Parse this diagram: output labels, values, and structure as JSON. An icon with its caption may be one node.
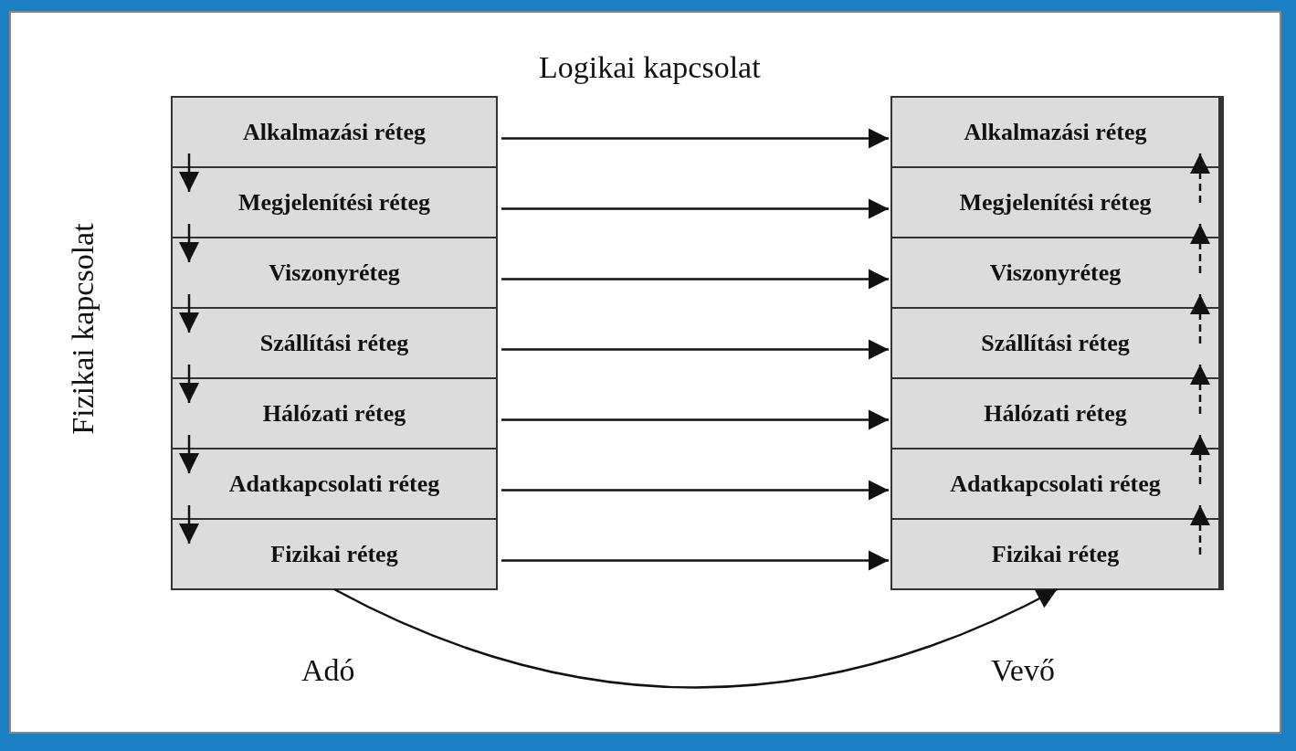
{
  "diagram": {
    "nodes": [
      {
        "text": [
          "Alkalmazási réteg"
        ]
      },
      {
        "text": [
          "Megjelenítési réteg"
        ]
      },
      {
        "text": [
          "Viszonyréteg"
        ]
      },
      {
        "text": [
          "Szállítási réteg"
        ]
      },
      {
        "text": [
          "Hálózati réteg"
        ]
      },
      {
        "text": [
          "Adatkapcsolati réteg"
        ]
      },
      {
        "text": [
          "Fizikai réteg"
        ]
      },
      {
        "text": [
          "Alkalmazási réteg"
        ]
      },
      {
        "text": [
          "Megjelenítési réteg"
        ]
      },
      {
        "text": [
          "Viszonyréteg"
        ]
      },
      {
        "text": [
          "Szállítási réteg"
        ]
      },
      {
        "text": [
          "Hálózati réteg"
        ]
      },
      {
        "text": [
          "Adatkapcsolati réteg"
        ]
      },
      {
        "text": [
          "Fizikai réteg"
        ]
      }
    ],
    "edges": [
      {
        "from": 0,
        "to": 7,
        "arrow": "to"
      },
      {
        "from": 1,
        "to": 8,
        "arrow": "to"
      },
      {
        "from": 2,
        "to": 9,
        "arrow": "to"
      },
      {
        "from": 3,
        "to": 10,
        "arrow": "to"
      },
      {
        "from": 4,
        "to": 11,
        "arrow": "to"
      },
      {
        "from": 5,
        "to": 12,
        "arrow": "to"
      },
      {
        "from": 6,
        "to": 13,
        "arrow": "to"
      },
      {
        "from": 0,
        "to": 1,
        "arrow": "to"
      },
      {
        "from": 1,
        "to": 2,
        "arrow": "to"
      },
      {
        "from": 2,
        "to": 3,
        "arrow": "to"
      },
      {
        "from": 3,
        "to": 4,
        "arrow": "to"
      },
      {
        "from": 4,
        "to": 5,
        "arrow": "to"
      },
      {
        "from": 5,
        "to": 6,
        "arrow": "to"
      },
      {
        "from": 8,
        "to": 7,
        "arrow": "to",
        "style": "dashed"
      },
      {
        "from": 9,
        "to": 8,
        "arrow": "to",
        "style": "dashed"
      },
      {
        "from": 10,
        "to": 9,
        "arrow": "to",
        "style": "dashed"
      },
      {
        "from": 11,
        "to": 10,
        "arrow": "to",
        "style": "dashed"
      },
      {
        "from": 12,
        "to": 11,
        "arrow": "to",
        "style": "dashed"
      },
      {
        "from": 13,
        "to": 12,
        "arrow": "to",
        "style": "dashed"
      },
      {
        "from": 6,
        "to": 13,
        "arrow": "to"
      }
    ],
    "labels": [
      "Logikai kapcsolat",
      "Fizikai kapcsolat",
      "Adó",
      "Vevő"
    ]
  }
}
